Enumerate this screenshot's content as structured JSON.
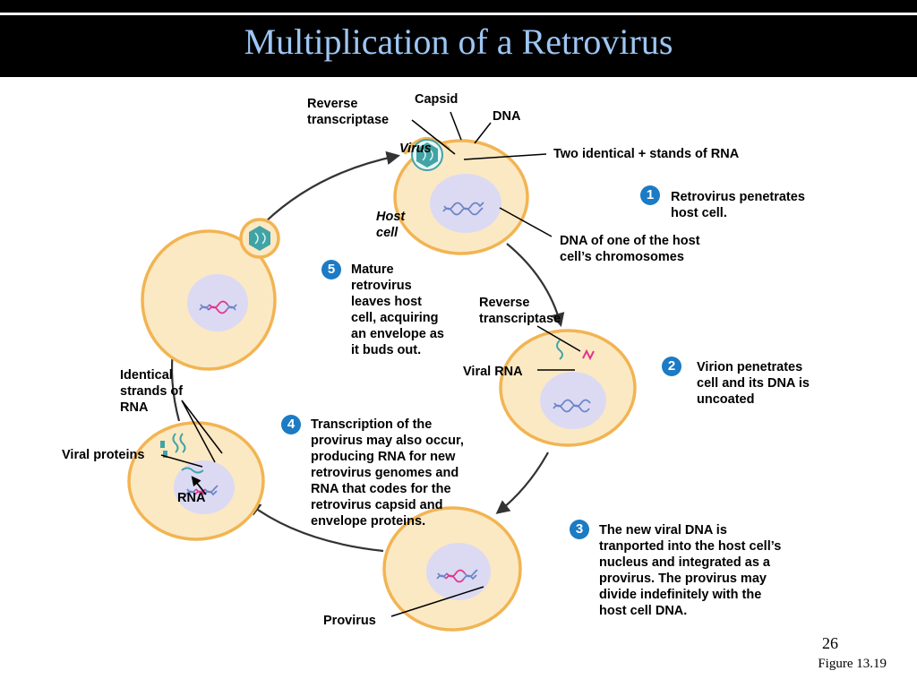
{
  "title": "Multiplication of a Retrovirus",
  "labels": {
    "reverse_transcriptase_top": "Reverse\ntranscriptase",
    "capsid": "Capsid",
    "dna": "DNA",
    "virus": "Virus",
    "two_identical_strands": "Two identical + stands of RNA",
    "host_cell": "Host\ncell",
    "dna_host_chromosomes": "DNA of one of the host\ncell’s chromosomes",
    "reverse_transcriptase_mid": "Reverse\ntranscriptase",
    "viral_rna": "Viral RNA",
    "identical_strands": "Identical\nstrands of\nRNA",
    "viral_proteins": "Viral proteins",
    "rna": "RNA",
    "provirus": "Provirus"
  },
  "steps": [
    {
      "number": "1",
      "text": "Retrovirus penetrates\nhost cell."
    },
    {
      "number": "2",
      "text": "Virion penetrates\ncell and its DNA is\nuncoated"
    },
    {
      "number": "3",
      "text": "The new viral DNA is\ntranported into the host cell’s\nnucleus and integrated as a\nprovirus. The provirus may\ndivide indefinitely with the\nhost cell DNA."
    },
    {
      "number": "4",
      "text": "Transcription of the\nprovirus may also occur,\nproducing RNA for new\nretrovirus genomes and\nRNA that codes for the\nretrovirus capsid and\nenvelope proteins."
    },
    {
      "number": "5",
      "text": "Mature\nretrovirus\nleaves host\ncell, acquiring\nan envelope as\nit buds out."
    }
  ],
  "page_number": "26",
  "figure_ref": "Figure 13.19",
  "colors": {
    "cell_fill": "#fbe9c4",
    "cell_outline": "#f2b452",
    "nucleus_fill": "#dcdaf2",
    "dna_blue": "#6b86c9",
    "rna_magenta": "#e2358f",
    "virus_teal": "#41a3a5",
    "step_badge": "#1b7bc4",
    "title_text": "#9cc6f4"
  }
}
